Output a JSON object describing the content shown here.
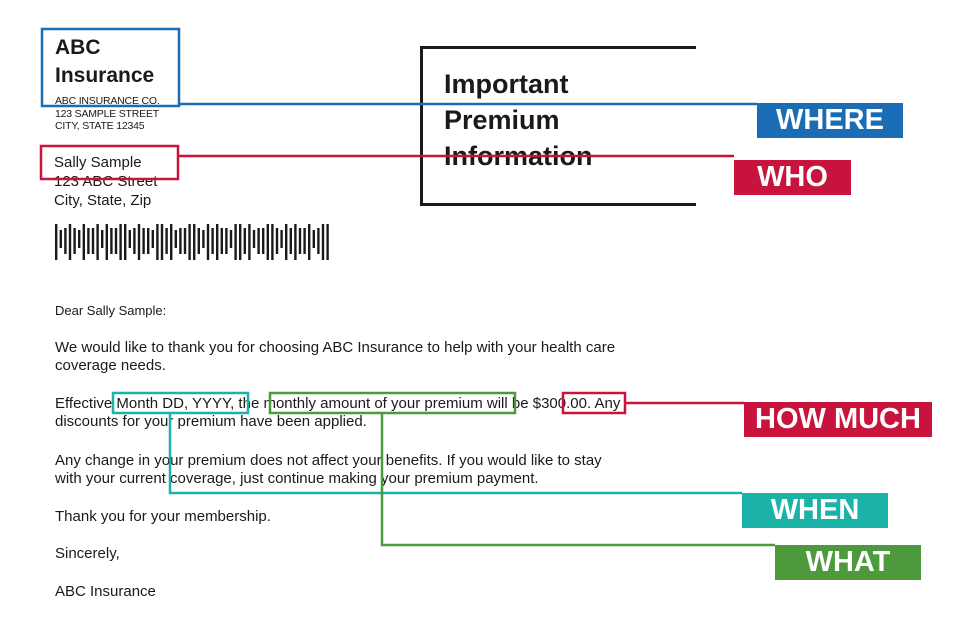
{
  "sender": {
    "name_line1": "ABC",
    "name_line2": "Insurance",
    "addr_line1": "ABC INSURANCE CO.",
    "addr_line2": "123 SAMPLE STREET",
    "addr_line3": "CITY, STATE 12345"
  },
  "recipient": {
    "name": "Sally Sample",
    "street": "123 ABC Street",
    "city": "City, State, Zip"
  },
  "notice_title": [
    "Important",
    "Premium",
    "Information"
  ],
  "letter": {
    "greeting": "Dear Sally Sample:",
    "p1_line1": "We would like to thank you for choosing ABC Insurance to  help with your health care",
    "p1_line2": "coverage needs.",
    "p2_a": "Effective ",
    "p2_date": "Month DD, YYYY,",
    "p2_b": " the ",
    "p2_what": "monthly amount of your premium",
    "p2_c": " will be ",
    "p2_amount": "$300.00",
    "p2_d": ". Any",
    "p2_line2": "discounts for your premium have been applied.",
    "p3_line1": "Any change in your premium does not affect your benefits. If you would like to stay",
    "p3_line2": "with your current coverage, just continue making your premium payment.",
    "p4": "Thank you for your membership.",
    "closing": "Sincerely,",
    "signature": "ABC Insurance"
  },
  "annotations": {
    "where": "WHERE",
    "who": "WHO",
    "how_much": "HOW MUCH",
    "when": "WHEN",
    "what": "WHAT"
  },
  "colors": {
    "where": "#1a6db5",
    "who": "#c8143c",
    "how_much": "#c8143c",
    "when": "#1bb3a8",
    "what": "#4d9a3c"
  }
}
